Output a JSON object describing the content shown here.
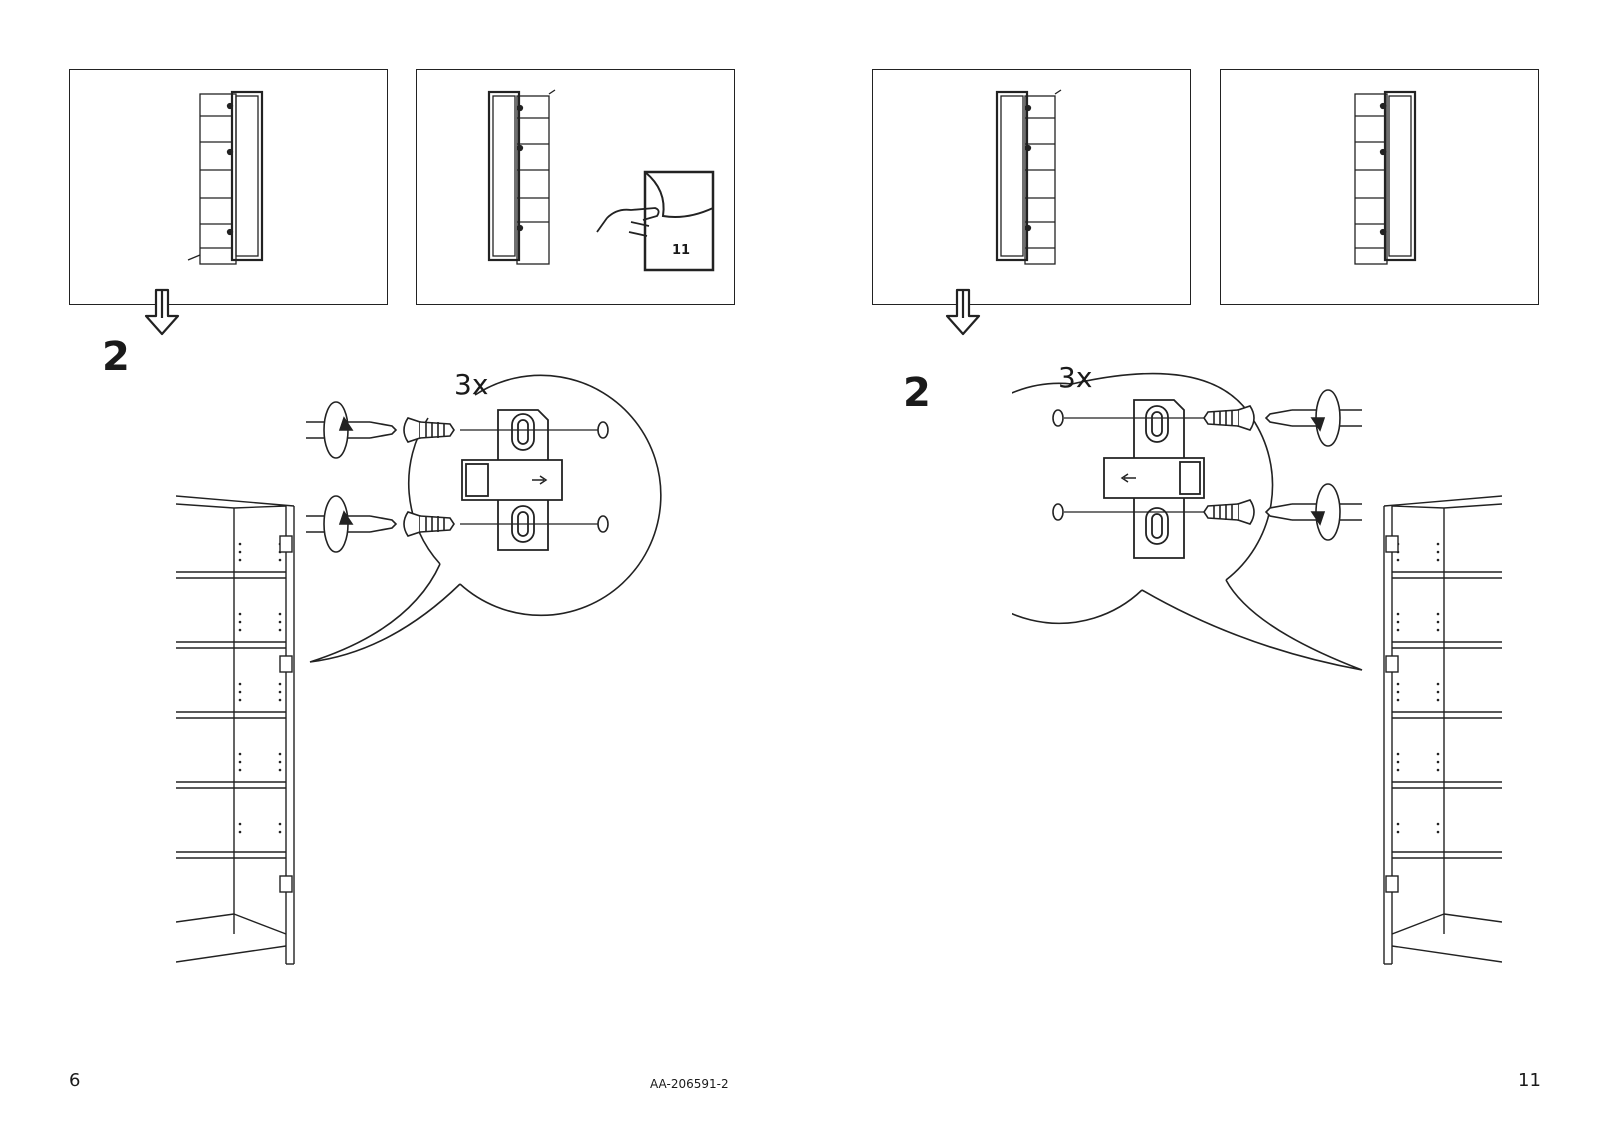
{
  "left_page": {
    "step_number": "2",
    "hardware_count": "3x",
    "page_number": "6",
    "reference_page": "11",
    "icons": {
      "instruction_arrow": "down-arrow-icon",
      "turn_page": "turn-page-icon",
      "screwdriver": "screwdriver-icon",
      "rotation": "clockwise-rotation-icon"
    }
  },
  "right_page": {
    "step_number": "2",
    "hardware_count": "3x",
    "page_number": "11",
    "icons": {
      "instruction_arrow": "down-arrow-icon",
      "screwdriver": "screwdriver-icon",
      "rotation": "clockwise-rotation-icon"
    }
  },
  "footer": {
    "document_code": "AA-206591-2"
  },
  "colors": {
    "line": "#222222",
    "background": "#ffffff"
  }
}
